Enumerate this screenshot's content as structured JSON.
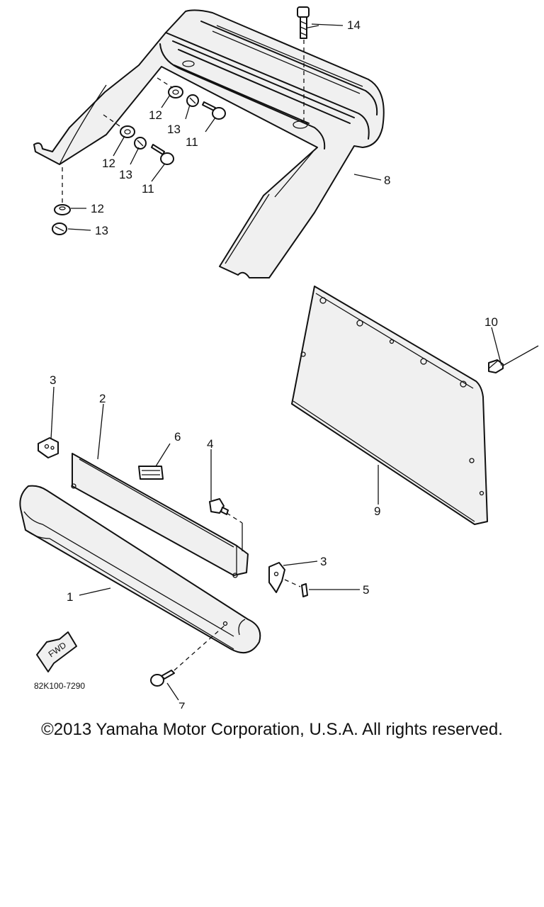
{
  "callouts": {
    "c14": "14",
    "c8": "8",
    "c12a": "12",
    "c13a": "13",
    "c11a": "11",
    "c12b": "12",
    "c13b": "13",
    "c11b": "11",
    "c12c": "12",
    "c13c": "13",
    "c10": "10",
    "c9": "9",
    "c3a": "3",
    "c2": "2",
    "c6": "6",
    "c4": "4",
    "c3b": "3",
    "c5": "5",
    "c1": "1",
    "c7": "7"
  },
  "fwd_label": "FWD",
  "diagram_code": "82K100-7290",
  "copyright": "©2013 Yamaha Motor Corporation, U.S.A. All rights reserved."
}
